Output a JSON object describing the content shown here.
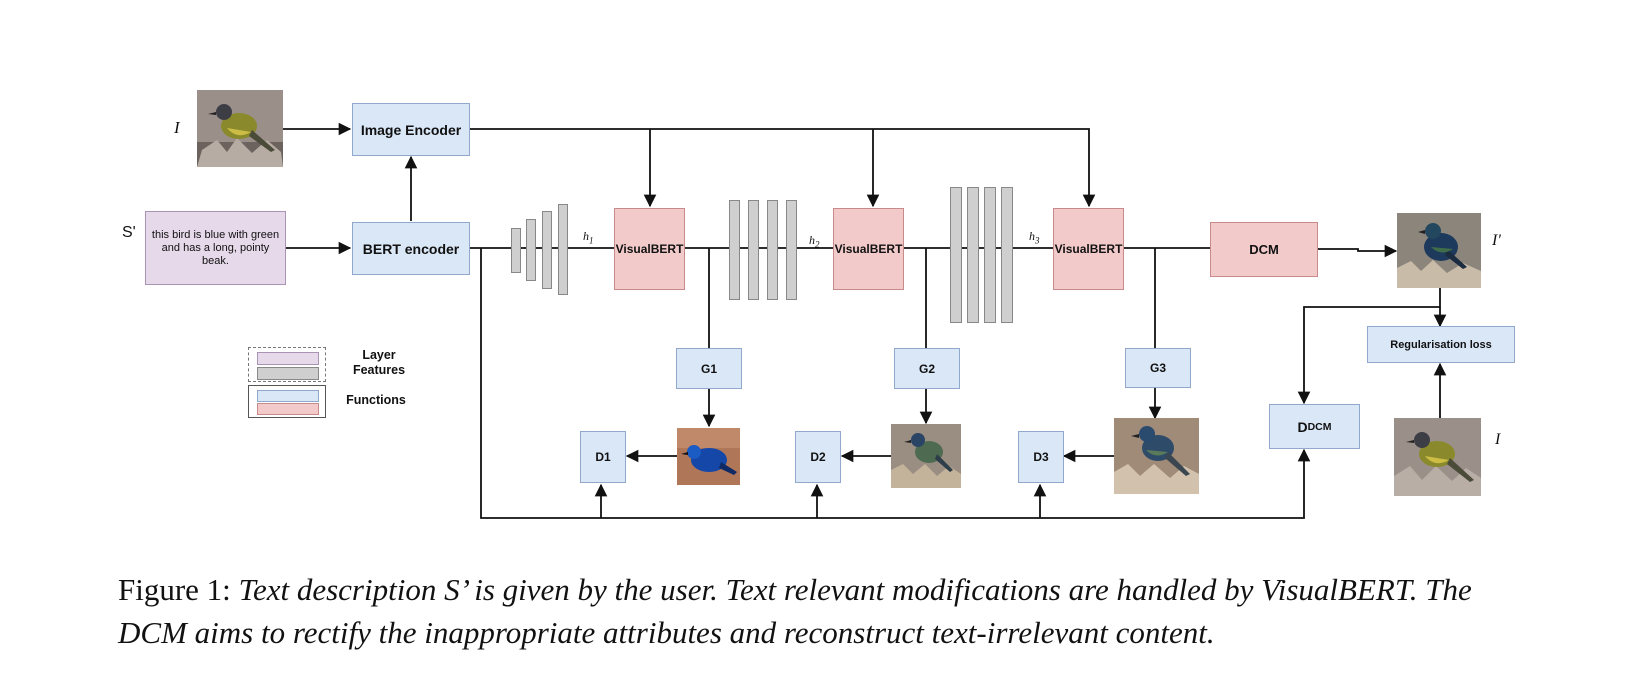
{
  "labels": {
    "input_image": "I",
    "text_input": "S'",
    "output_image": "I'",
    "reference_image": "I",
    "h1": "h1",
    "h2": "h2",
    "h3": "h3"
  },
  "text_description": "this bird is blue with green and has a long, pointy beak.",
  "boxes": {
    "image_encoder": "Image Encoder",
    "bert_encoder": "BERT encoder",
    "visualbert_1": "VisualBERT",
    "visualbert_2": "VisualBERT",
    "visualbert_3": "VisualBERT",
    "dcm": "DCM",
    "g1": "G1",
    "g2": "G2",
    "g3": "G3",
    "d1": "D1",
    "d2": "D2",
    "d3": "D3",
    "d_dcm": "D",
    "d_dcm_sub": "DCM",
    "regularisation_loss": "Regularisation loss"
  },
  "legend": {
    "layer_features": "Layer\nFeatures",
    "functions": "Functions"
  },
  "caption": {
    "prefix": "Figure 1: ",
    "text": "Text description S’ is given by the user. Text relevant modifications are handled by VisualBERT. The DCM aims to rectify the inappropriate attributes and reconstruct text-irrelevant content."
  },
  "colors": {
    "text_box": "#e6d9ea",
    "feature_bar": "#cfcfcf",
    "function_blue": "#dae7f7",
    "function_red": "#f3caca"
  }
}
